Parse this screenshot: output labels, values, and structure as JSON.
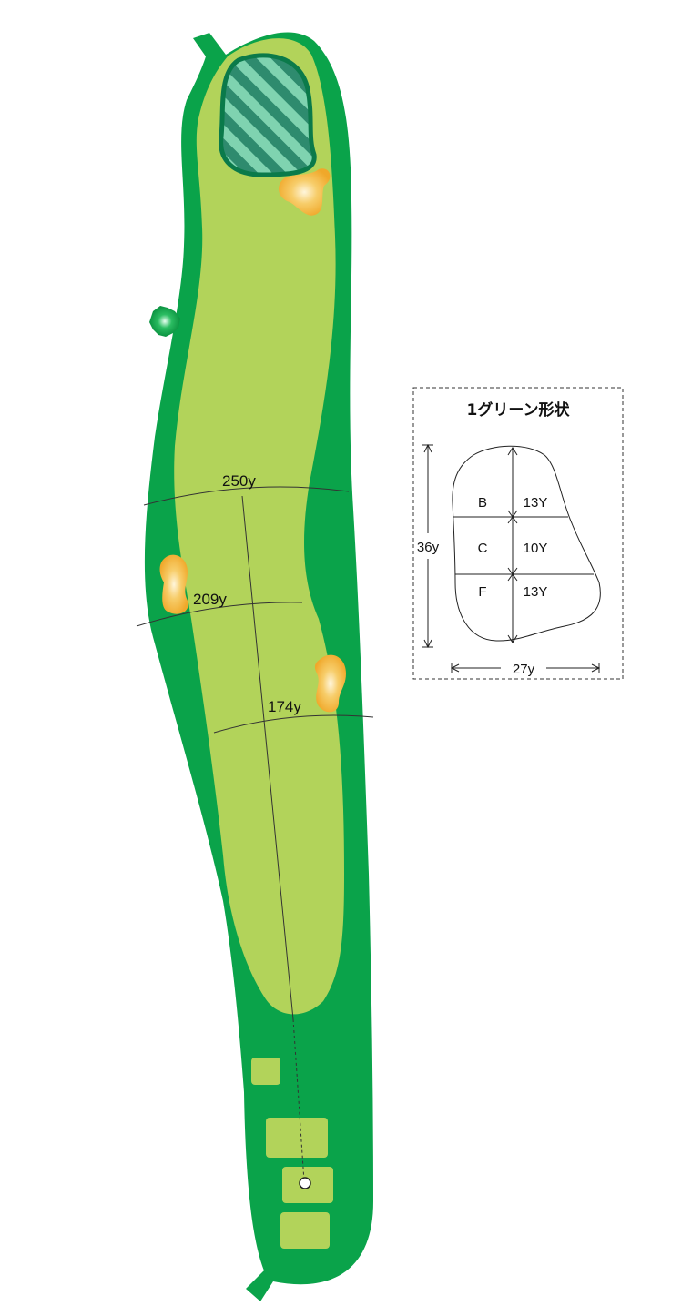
{
  "hole": {
    "distance_markers": [
      "250y",
      "209y",
      "174y"
    ]
  },
  "green_panel": {
    "title": "1グリーン形状",
    "zones": [
      {
        "letter": "B",
        "depth": "13Y"
      },
      {
        "letter": "C",
        "depth": "10Y"
      },
      {
        "letter": "F",
        "depth": "13Y"
      }
    ],
    "total_depth": "36y",
    "width": "27y"
  },
  "colors": {
    "rough": "#0aa34a",
    "fairway": "#b2d35a",
    "green_hatch_dark": "#2e8b6e",
    "green_hatch_light": "#7fd3b0",
    "bunker": "#f2b233",
    "bunker_highlight": "#fff6dc"
  },
  "icons": [
    "tree-icon",
    "tee-marker-icon",
    "bunker-icon"
  ]
}
